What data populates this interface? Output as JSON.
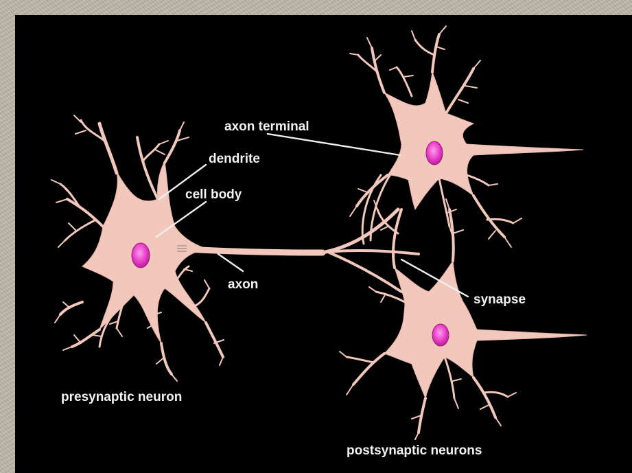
{
  "diagram": {
    "labels": {
      "axon_terminal": "axon terminal",
      "dendrite": "dendrite",
      "cell_body": "cell body",
      "axon": "axon",
      "synapse": "synapse",
      "presynaptic": "presynaptic neuron",
      "postsynaptic": "postsynaptic neurons"
    },
    "colors": {
      "background": "#000000",
      "frame": "#bdb6a8",
      "neuron": "#f2c7bc",
      "nucleus": "#e840c8",
      "label_text": "#f2f2f2"
    }
  }
}
